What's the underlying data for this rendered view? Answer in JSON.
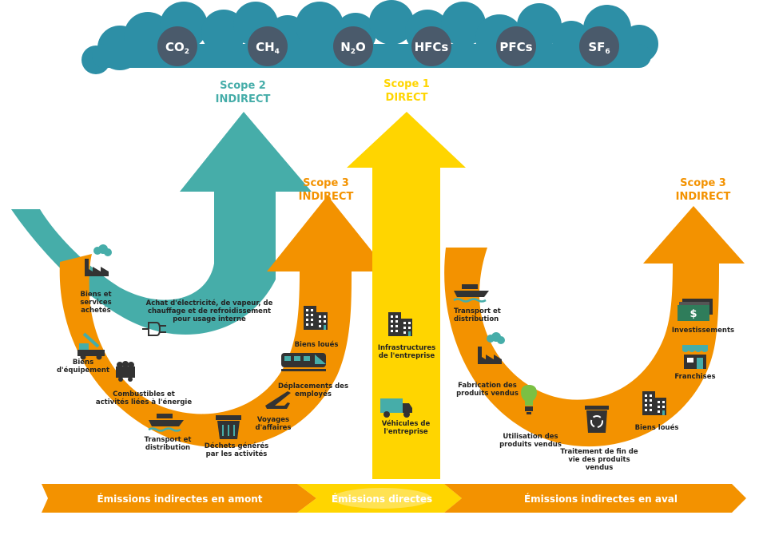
{
  "gases": [
    {
      "main": "CO",
      "sub": "2"
    },
    {
      "main": "CH",
      "sub": "4"
    },
    {
      "main": "N",
      "sub": "2",
      "tail": "O"
    },
    {
      "main": "HFCs",
      "sub": ""
    },
    {
      "main": "PFCs",
      "sub": ""
    },
    {
      "main": "SF",
      "sub": "6"
    }
  ],
  "scopes": {
    "scope2": {
      "line1": "Scope 2",
      "line2": "INDIRECT"
    },
    "scope1": {
      "line1": "Scope 1",
      "line2": "DIRECT"
    },
    "scope3_upstream": {
      "line1": "Scope 3",
      "line2": "INDIRECT"
    },
    "scope3_downstream": {
      "line1": "Scope 3",
      "line2": "INDIRECT"
    }
  },
  "scope2_item": {
    "lines": [
      "Achat d'électricité, de vapeur, de",
      "chauffage et de refroidissement",
      "pour usage interne"
    ],
    "icon": "plug-icon"
  },
  "scope1_items": [
    {
      "lines": [
        "Infrastructures",
        "de l'entreprise"
      ],
      "icon": "building-icon"
    },
    {
      "lines": [
        "Véhicules de",
        "l'entreprise"
      ],
      "icon": "truck-icon"
    }
  ],
  "upstream_items": [
    {
      "lines": [
        "Biens et",
        "services",
        "achetés"
      ],
      "icon": "factory-icon"
    },
    {
      "lines": [
        "Biens",
        "d'équipement"
      ],
      "icon": "crane-truck-icon"
    },
    {
      "lines": [
        "Combustibles et",
        "activités liées à l'énergie"
      ],
      "icon": "coal-cart-icon"
    },
    {
      "lines": [
        "Transport et",
        "distribution"
      ],
      "icon": "ship-icon"
    },
    {
      "lines": [
        "Déchets générés",
        "par les activités"
      ],
      "icon": "dumpster-icon"
    },
    {
      "lines": [
        "Voyages",
        "d'affaires"
      ],
      "icon": "airplane-icon"
    },
    {
      "lines": [
        "Déplacements des",
        "employés"
      ],
      "icon": "train-icon"
    },
    {
      "lines": [
        "Biens loués"
      ],
      "icon": "building-icon"
    }
  ],
  "downstream_items": [
    {
      "lines": [
        "Transport et",
        "distribution"
      ],
      "icon": "ship-icon"
    },
    {
      "lines": [
        "Fabrication des",
        "produits vendus"
      ],
      "icon": "factory-icon"
    },
    {
      "lines": [
        "Utilisation des",
        "produits vendus"
      ],
      "icon": "lightbulb-icon"
    },
    {
      "lines": [
        "Traitement de fin de",
        "vie des produits",
        "vendus"
      ],
      "icon": "recycle-bin-icon"
    },
    {
      "lines": [
        "Biens loués"
      ],
      "icon": "building-icon"
    },
    {
      "lines": [
        "Franchises"
      ],
      "icon": "storefront-icon"
    },
    {
      "lines": [
        "Investissements"
      ],
      "icon": "money-icon"
    }
  ],
  "bands": {
    "upstream": "Émissions indirectes en amont",
    "direct": "Émissions directes",
    "downstream": "Émissions indirectes en aval"
  },
  "colors": {
    "orange": "#F39200",
    "teal": "#46ADA9",
    "yellow": "#FFD500",
    "cloud": "#2D8FA6",
    "circle": "#4A5A6B"
  }
}
